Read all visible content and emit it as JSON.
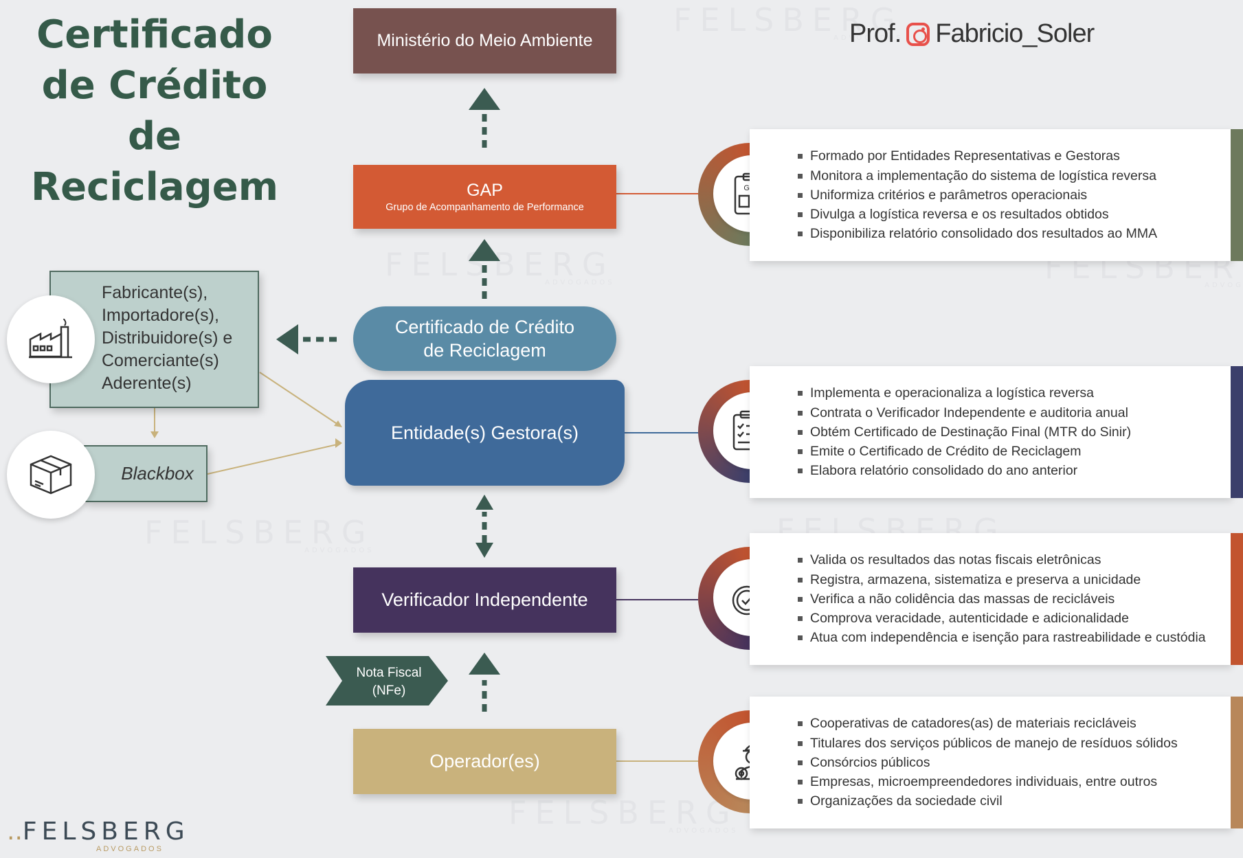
{
  "title": "Certificado de Crédito de Reciclagem",
  "author": {
    "prefix": "Prof.",
    "handle": "Fabricio_Soler"
  },
  "watermark": {
    "brand": "FELSBERG",
    "sub": "ADVOGADOS"
  },
  "colors": {
    "mma": "#77524f",
    "gap": "#d35a34",
    "ccr": "#5a8ba6",
    "entidade": "#3f6a9a",
    "verificador": "#45335d",
    "operador": "#c9b27c",
    "left_box": "#bdd0cc",
    "arrow": "#3b5b51",
    "title": "#355a49"
  },
  "center": {
    "mma": "Ministério do Meio Ambiente",
    "gap_title": "GAP",
    "gap_subtitle": "Grupo de Acompanhamento de Performance",
    "ccr_line1": "Certificado de Crédito",
    "ccr_line2": "de Reciclagem",
    "entidade": "Entidade(s) Gestora(s)",
    "verificador": "Verificador Independente",
    "operador": "Operador(es)",
    "nfe_line1": "Nota Fiscal",
    "nfe_line2": "(NFe)"
  },
  "left": {
    "fabricantes": [
      "Fabricante(s),",
      "Importadore(s),",
      "Distribuidore(s) e",
      "Comerciante(s)",
      "Aderente(s)"
    ],
    "blackbox": "Blackbox",
    "icons": [
      "factory-icon",
      "package-icon"
    ]
  },
  "panels": [
    {
      "icon": "clipboard-gap-icon",
      "color": "#6d7a5d",
      "items": [
        "Formado por Entidades Representativas e Gestoras",
        "Monitora a implementação do sistema de logística reversa",
        "Uniformiza critérios e parâmetros operacionais",
        "Divulga a logística reversa e os resultados obtidos",
        "Disponibiliza relatório consolidado dos resultados ao MMA"
      ]
    },
    {
      "icon": "clipboard-checklist-icon",
      "color": "#3b3f6b",
      "items": [
        "Implementa e operacionaliza a logística reversa",
        "Contrata o Verificador Independente e auditoria anual",
        "Obtém Certificado de Destinação Final (MTR do Sinir)",
        "Emite o Certificado de Crédito de Reciclagem",
        "Elabora relatório consolidado do ano anterior"
      ]
    },
    {
      "icon": "verified-document-icon",
      "color": "#c2542f",
      "items": [
        "Valida os resultados das notas fiscais eletrônicas",
        "Registra, armazena, sistematiza e preserva a unicidade",
        "Verifica a não colidência das massas de recicláveis",
        "Comprova veracidade, autenticidade e adicionalidade",
        "Atua com independência e isenção para rastreabilidade e custódia"
      ]
    },
    {
      "icon": "worker-gear-icon",
      "color": "#b8875a",
      "items": [
        "Cooperativas de catadores(as) de materiais recicláveis",
        "Titulares dos serviços públicos de manejo de resíduos sólidos",
        "Consórcios públicos",
        "Empresas, microempreendedores individuais, entre outros",
        "Organizações da sociedade civil"
      ]
    }
  ]
}
